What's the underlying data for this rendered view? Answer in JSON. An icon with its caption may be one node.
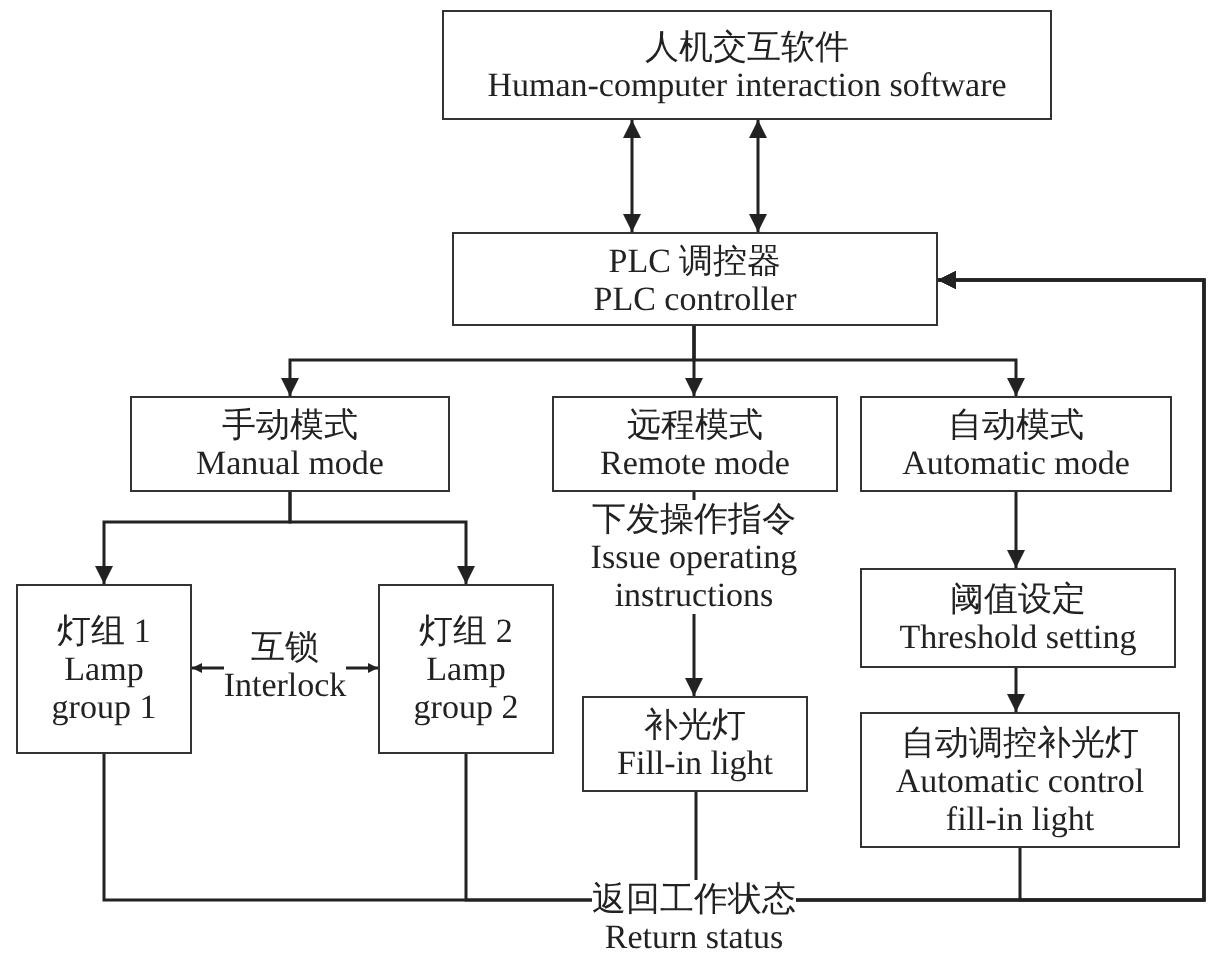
{
  "diagram": {
    "nodes": [
      {
        "text": [
          "人机交互软件",
          "Human-computer interaction software"
        ]
      },
      {
        "text": [
          "PLC 调控器",
          "PLC controller"
        ]
      },
      {
        "text": [
          "手动模式",
          "Manual mode"
        ]
      },
      {
        "text": [
          "远程模式",
          "Remote mode"
        ]
      },
      {
        "text": [
          "自动模式",
          "Automatic mode"
        ]
      },
      {
        "text": [
          "灯组 1",
          "Lamp group 1"
        ]
      },
      {
        "text": [
          "灯组 2",
          "Lamp group 2"
        ]
      },
      {
        "text": [
          "补光灯",
          "Fill-in light"
        ]
      },
      {
        "text": [
          "阈值设定",
          "Threshold setting"
        ]
      },
      {
        "text": [
          "自动调控补光灯",
          "Automatic control fill-in light"
        ]
      }
    ],
    "edges": [
      {
        "from": 0,
        "to": 1,
        "arrow": "both"
      },
      {
        "from": 0,
        "to": 1,
        "arrow": "both"
      },
      {
        "from": 1,
        "to": 2,
        "arrow": "to"
      },
      {
        "from": 1,
        "to": 3,
        "arrow": "to"
      },
      {
        "from": 1,
        "to": 4,
        "arrow": "to"
      },
      {
        "from": 2,
        "to": 5,
        "arrow": "to"
      },
      {
        "from": 2,
        "to": 6,
        "arrow": "to"
      },
      {
        "from": 5,
        "to": 6,
        "arrow": "both",
        "label": "互锁 Interlock"
      },
      {
        "from": 3,
        "to": 7,
        "arrow": "to",
        "label": "下发操作指令 Issue operating instructions"
      },
      {
        "from": 4,
        "to": 8,
        "arrow": "to"
      },
      {
        "from": 8,
        "to": 9,
        "arrow": "to"
      },
      {
        "from": 5,
        "to": 1,
        "arrow": "to"
      },
      {
        "from": 6,
        "to": 1,
        "arrow": "to"
      },
      {
        "from": 7,
        "to": 1,
        "arrow": "to",
        "label": "返回工作状态 Return status"
      },
      {
        "from": 9,
        "to": 1,
        "arrow": "to"
      }
    ]
  }
}
